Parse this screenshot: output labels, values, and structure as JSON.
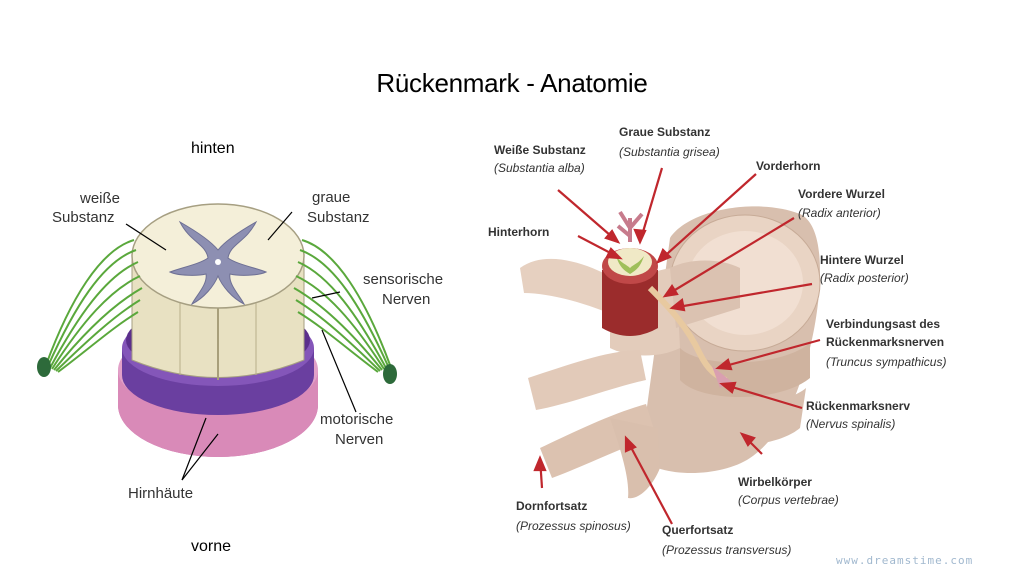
{
  "slide": {
    "title": "Rückenmark - Anatomie",
    "top_label": "hinten",
    "bottom_label": "vorne",
    "watermark": "www.dreamstime.com"
  },
  "left_diagram": {
    "labels": {
      "white_matter": [
        "weiße",
        "Substanz"
      ],
      "gray_matter": [
        "graue",
        "Substanz"
      ],
      "sensory_nerves": [
        "sensorische",
        "Nerven"
      ],
      "motor_nerves": [
        "motorische",
        "Nerven"
      ],
      "meninges": "Hirnhäute"
    }
  },
  "right_diagram": {
    "labels": {
      "white_substance": {
        "name": "Weiße Substanz",
        "latin": "(Substantia alba)"
      },
      "gray_substance": {
        "name": "Graue Substanz",
        "latin": "(Substantia grisea)"
      },
      "anterior_horn": {
        "name": "Vorderhorn"
      },
      "anterior_root": {
        "name": "Vordere Wurzel",
        "latin": "(Radix anterior)"
      },
      "posterior_horn": {
        "name": "Hinterhorn"
      },
      "posterior_root": {
        "name": "Hintere Wurzel",
        "latin": "(Radix posterior)"
      },
      "connecting_branch": {
        "name": [
          "Verbindungsast des",
          "Rückenmarksnerven"
        ],
        "latin": "(Truncus sympathicus)"
      },
      "spinal_nerve": {
        "name": "Rückenmarksnerv",
        "latin": "(Nervus spinalis)"
      },
      "vertebral_body": {
        "name": "Wirbelkörper",
        "latin": "(Corpus vertebrae)"
      },
      "spinous_process": {
        "name": "Dornfortsatz",
        "latin": "(Prozessus spinosus)"
      },
      "transverse_process": {
        "name": "Querfortsatz",
        "latin": "(Prozessus transversus)"
      }
    }
  },
  "colors": {
    "arrow": "#c0272d",
    "nerve_green": "#5aa83c",
    "gray_matter": "#8d8fb2",
    "white_matter": "#f4efd9",
    "meninges_pink": "#d98ab8",
    "meninges_purple": "#6a3fa0",
    "bone": "#e9d4c4"
  }
}
